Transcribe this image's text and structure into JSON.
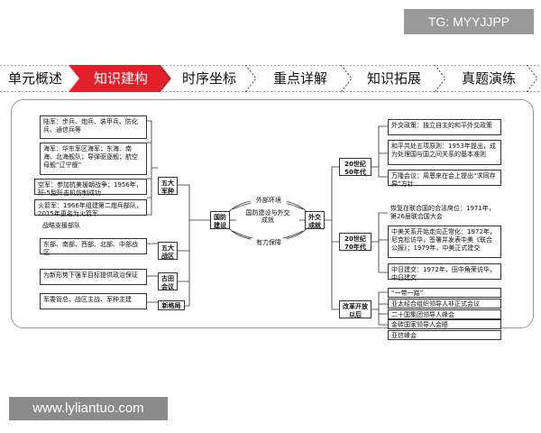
{
  "tg_label": "TG: MYYJJPP",
  "watermark": "www.lyliantuo.com",
  "nav": {
    "tabs": [
      "单元概述",
      "知识建构",
      "时序坐标",
      "重点详解",
      "知识拓展",
      "真题演练"
    ],
    "active_index": 1,
    "active_color": "#e2202a"
  },
  "left": {
    "army": "陆军：步兵、炮兵、装甲兵、防化兵、通信兵等",
    "navy": "海军：华东军区海军；东海、南海、北海舰队；导弹驱逐舰；航空母舰“辽宁舰”",
    "air": "空军：参加抗美援朝战争；1956年，歼-5型歼击机仿制成功",
    "rocket": "火箭军：1966年组建第二炮兵部队，2015年更名为火箭军",
    "strategic": "战略支援部队",
    "five_services": "五大军种",
    "regions": "东部、南部、西部、北部、中部战区",
    "five_regions": "五大战区",
    "goal": "为新形势下强军目标提供政治保证",
    "gutian": "古田会议",
    "command": "军委管总、战区主战、军种主建",
    "new_pattern": "新格局"
  },
  "center": {
    "title": "国防建设与外交成就",
    "outer_env": "外部环境",
    "strong_guarantee": "有力保障",
    "defense": "国防建设",
    "diplomacy": "外交成就"
  },
  "right": {
    "era50": "20世纪50年代",
    "era70": "20世纪70年代",
    "reform": "改革开放以后",
    "policy": "外交政策：独立自主的和平外交政策",
    "five_principles": "和平共处五项原则：1953年提出，成为处理国与国之间关系的基本准则",
    "bandung": "万隆会议：周恩来在会上提出“求同存异”方针",
    "un": "恢复在联合国的合法席位：1971年，第26届联合国大会",
    "sino_us": "中美关系开始走向正常化：1972年，尼克松访华，签署并发表中美《联合公报》；1979年，中美正式建交",
    "sino_jp": "中日建交：1972年，田中角荣访华，中日建交",
    "belt_road": "“一带一路”",
    "apec": "亚太经合组织领导人非正式会议",
    "g20": "二十国集团领导人峰会",
    "brics": "金砖国家领导人会晤",
    "cica": "亚信峰会"
  }
}
